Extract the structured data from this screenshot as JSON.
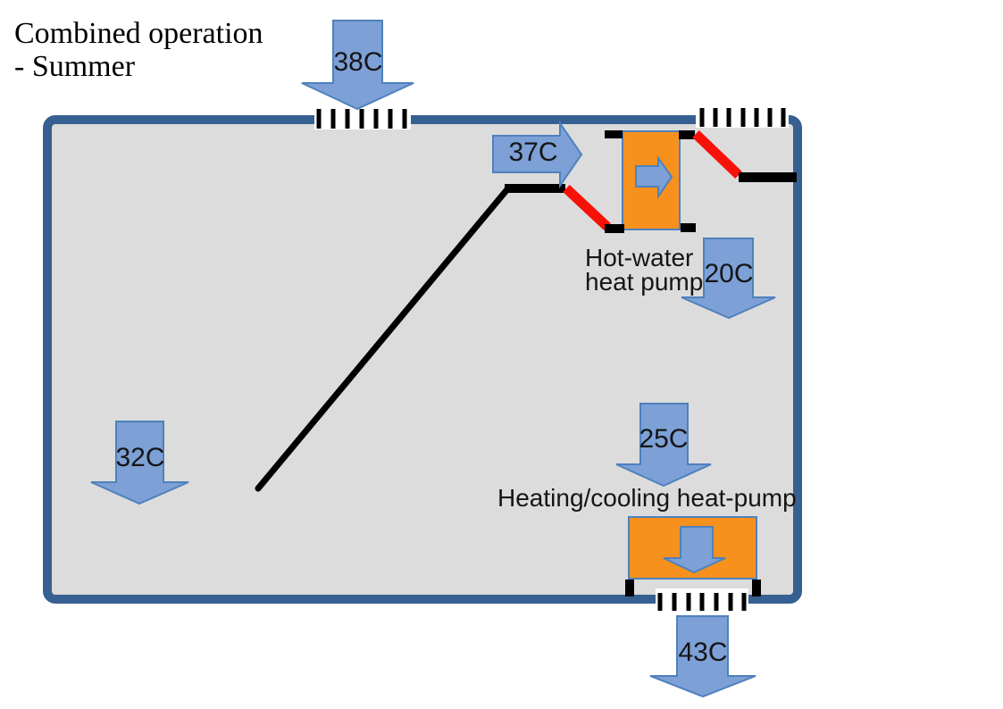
{
  "slide": {
    "title_line1": "Combined operation",
    "title_line2": "- Summer"
  },
  "temperatures": {
    "outdoor_intake": "38C",
    "indoor_supply": "37C",
    "hot_water_pump_outlet": "20C",
    "room_supply": "32C",
    "cooling_pump_intake": "25C",
    "exhaust_outlet": "43C"
  },
  "components": {
    "hot_water_pump_label_line1": "Hot-water",
    "hot_water_pump_label_line2": "heat pump",
    "heating_cooling_pump_label": "Heating/cooling heat-pump"
  },
  "colors": {
    "arrow_fill": "#7da0d6",
    "arrow_stroke": "#4f81bd",
    "wall_stroke": "#376092",
    "room_fill": "#dcdcdc",
    "pump_fill": "#f6911e",
    "pump_stroke": "#4f81bd",
    "damper_open": "#f81109",
    "duct_black": "#000000"
  }
}
